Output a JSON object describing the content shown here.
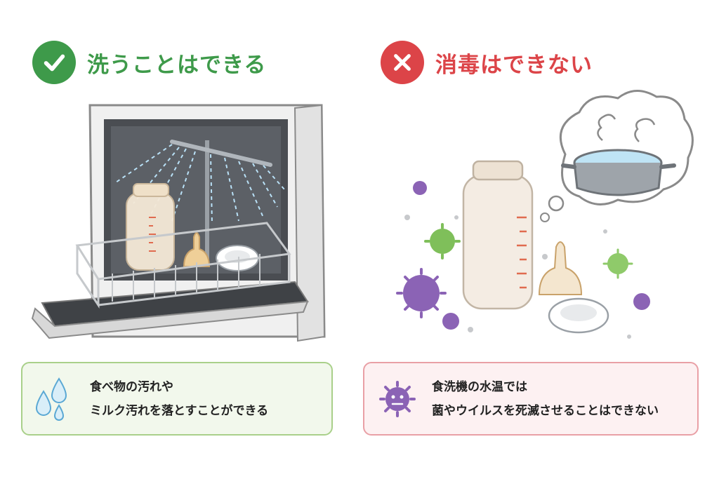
{
  "left": {
    "heading": "洗うことはできる",
    "badge_icon": "check-icon",
    "color": "#3e9a4a",
    "card": {
      "line1": "食べ物の汚れや",
      "line2": "ミルク汚れを落とすことができる",
      "icon": "water-drops-icon"
    }
  },
  "right": {
    "heading": "消毒はできない",
    "badge_icon": "cross-icon",
    "color": "#dc4448",
    "card": {
      "line1": "食洗機の水温では",
      "line2": "菌やウイルスを死滅させることはできない",
      "icon": "germ-icon"
    }
  }
}
